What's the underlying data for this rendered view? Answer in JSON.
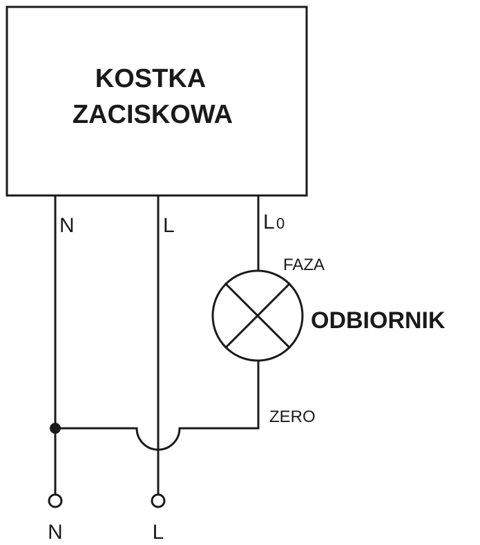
{
  "box": {
    "line1": "KOSTKA",
    "line2": "ZACISKOWA"
  },
  "wires": {
    "n_top": "N",
    "l_top": "L",
    "lo_main": "L",
    "lo_sub": "0",
    "faza": "FAZA",
    "zero": "ZERO",
    "n_bottom": "N",
    "l_bottom": "L"
  },
  "lamp": {
    "label": "ODBIORNIK"
  }
}
